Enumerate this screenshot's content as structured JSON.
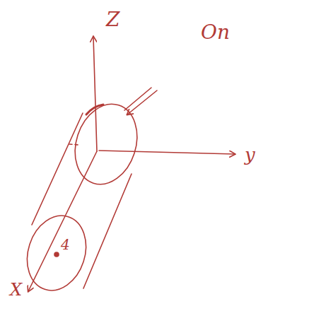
{
  "diagram": {
    "labels": [
      "Z",
      "y",
      "X",
      "4",
      "On"
    ]
  }
}
